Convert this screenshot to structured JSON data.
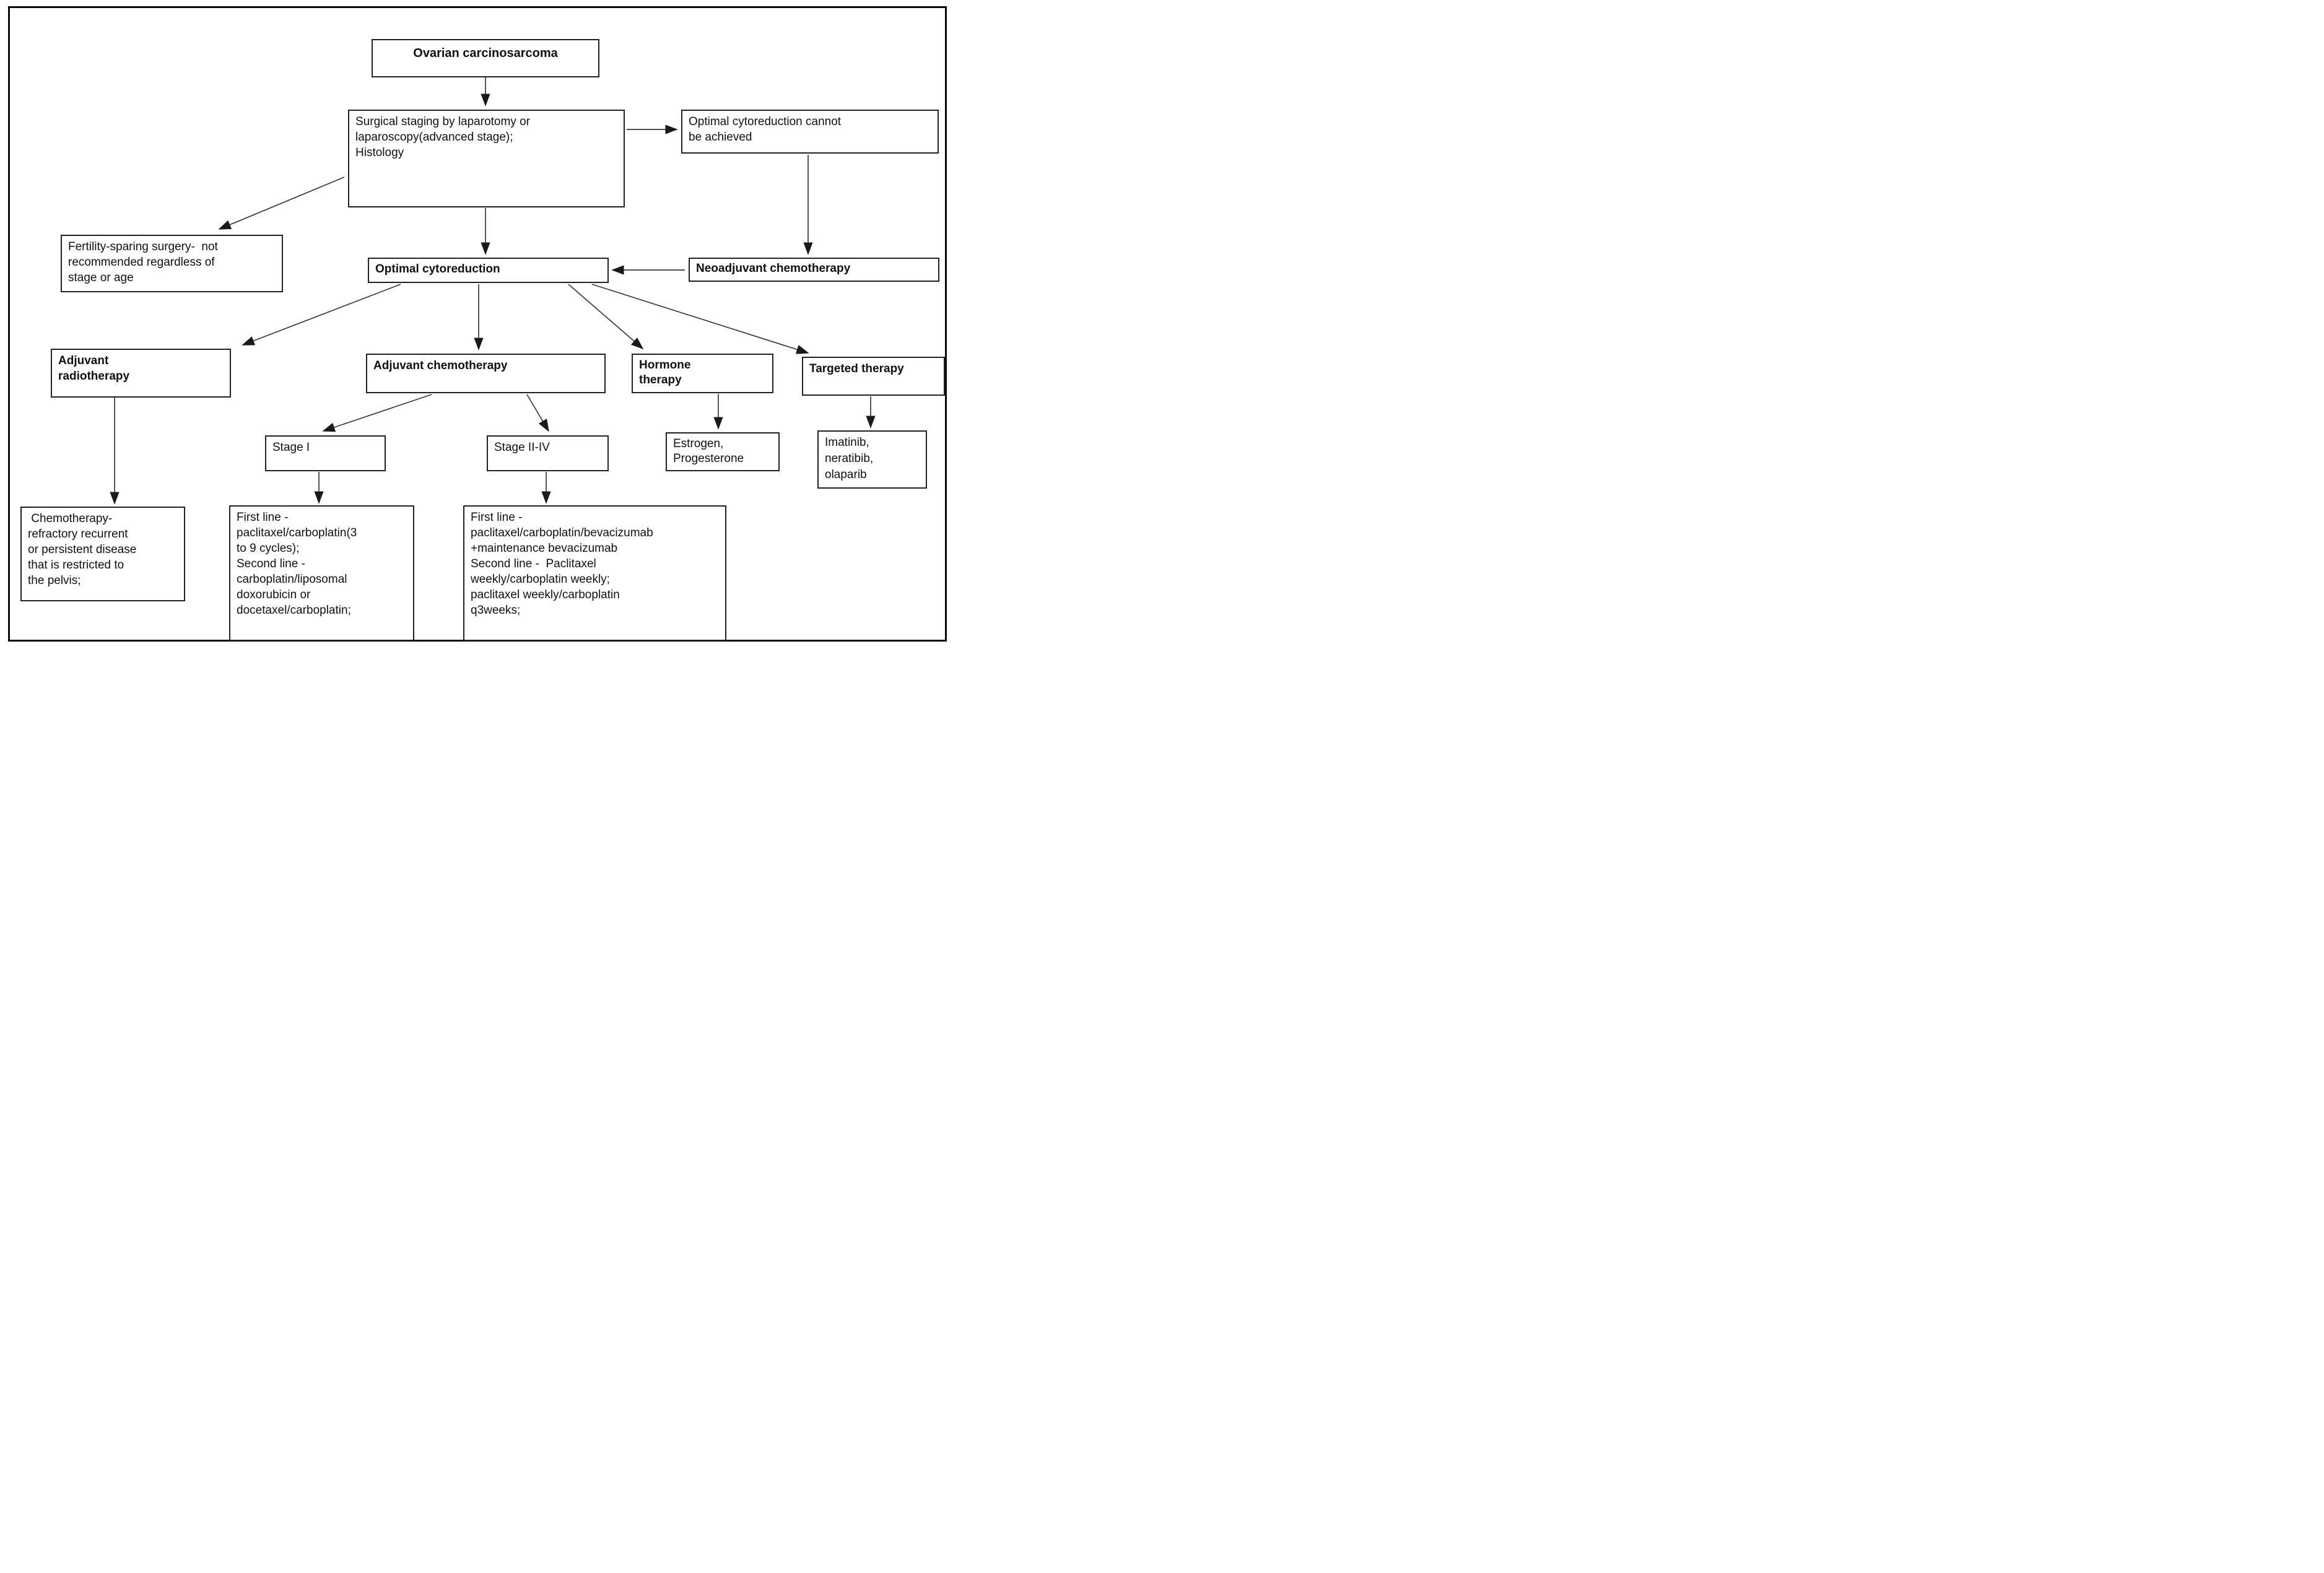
{
  "figure": {
    "nodes": {
      "ovarian": {
        "label": "Ovarian carcinosarcoma"
      },
      "surgical": {
        "label": "Surgical staging by laparotomy or\nlaparoscopy(advanced stage);\nHistology"
      },
      "cytoreduction_cannot": {
        "label": "Optimal cytoreduction cannot\nbe achieved"
      },
      "fertility": {
        "label": "Fertility-sparing surgery-  not\nrecommended regardless of\nstage or age"
      },
      "optimal": {
        "label": "Optimal cytoreduction"
      },
      "neoadjuvant": {
        "label": "Neoadjuvant chemotherapy"
      },
      "adjuvant_radiotherapy": {
        "label": "Adjuvant\nradiotherapy"
      },
      "adjuvant_chemotherapy": {
        "label": "Adjuvant chemotherapy"
      },
      "hormone": {
        "label": "Hormone\ntherapy"
      },
      "targeted": {
        "label": "Targeted therapy"
      },
      "stage_i": {
        "label": "Stage I"
      },
      "stage_ii_iv": {
        "label": "Stage II-IV"
      },
      "estrogen": {
        "label": "Estrogen,\nProgesterone"
      },
      "imatinib": {
        "label": "Imatinib,\nneratibib,\nolaparib"
      },
      "chemo_refractory": {
        "label": " Chemotherapy-\nrefractory recurrent\nor persistent disease\nthat is restricted to\nthe pelvis;"
      },
      "stage_i_treatment": {
        "label": "First line -\npaclitaxel/carboplatin(3\nto 9 cycles);\nSecond line -\ncarboplatin/liposomal\ndoxorubicin or\ndocetaxel/carboplatin;"
      },
      "stage_ii_iv_treatment": {
        "label": "First line -\npaclitaxel/carboplatin/bevacizumab\n+maintenance bevacizumab\nSecond line -  Paclitaxel\nweekly/carboplatin weekly;\npaclitaxel weekly/carboplatin\nq3weeks;"
      }
    },
    "edges": [
      {
        "from": "ovarian-carcinosarcoma",
        "to": "surgical-staging"
      },
      {
        "from": "surgical-staging",
        "to": "optimal-cytoreduction-cannot-be-achieved"
      },
      {
        "from": "surgical-staging",
        "to": "fertility-sparing-surgery"
      },
      {
        "from": "surgical-staging",
        "to": "optimal-cytoreduction"
      },
      {
        "from": "optimal-cytoreduction-cannot-be-achieved",
        "to": "neoadjuvant-chemotherapy"
      },
      {
        "from": "neoadjuvant-chemotherapy",
        "to": "optimal-cytoreduction"
      },
      {
        "from": "optimal-cytoreduction",
        "to": "adjuvant-radiotherapy"
      },
      {
        "from": "optimal-cytoreduction",
        "to": "adjuvant-chemotherapy"
      },
      {
        "from": "optimal-cytoreduction",
        "to": "hormone-therapy"
      },
      {
        "from": "optimal-cytoreduction",
        "to": "targeted-therapy"
      },
      {
        "from": "adjuvant-radiotherapy",
        "to": "chemotherapy-refractory-disease"
      },
      {
        "from": "adjuvant-chemotherapy",
        "to": "stage-i"
      },
      {
        "from": "adjuvant-chemotherapy",
        "to": "stage-ii-iv"
      },
      {
        "from": "stage-i",
        "to": "stage-i-treatment"
      },
      {
        "from": "stage-ii-iv",
        "to": "stage-ii-iv-treatment"
      },
      {
        "from": "hormone-therapy",
        "to": "estrogen-progesterone"
      },
      {
        "from": "targeted-therapy",
        "to": "imatinib-neratibib-olaparib"
      }
    ],
    "colors": {
      "background": "#ffffff",
      "border": "#222222",
      "line": "#333333",
      "text": "#111111"
    }
  }
}
